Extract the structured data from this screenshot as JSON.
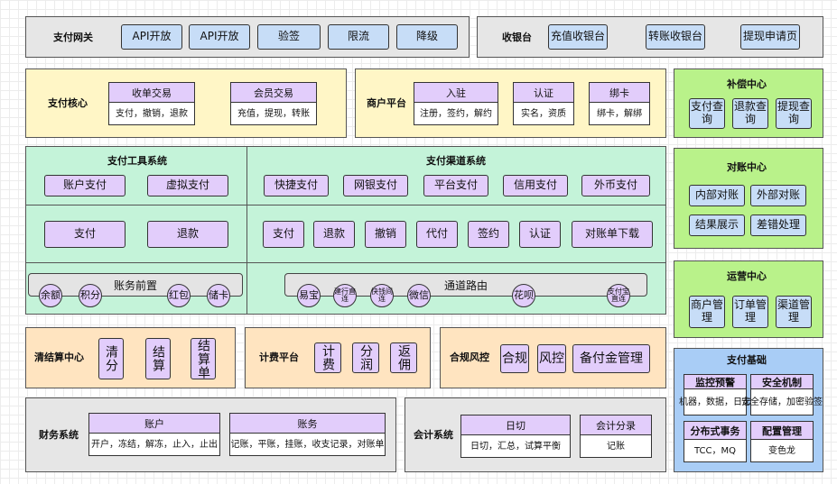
{
  "gateway": {
    "title": "支付网关",
    "buttons": [
      "API开放",
      "API开放",
      "验签",
      "限流",
      "降级"
    ]
  },
  "cashier": {
    "title": "收银台",
    "buttons": [
      "充值收银台",
      "转账收银台",
      "提现申请页"
    ]
  },
  "pay_core": {
    "title": "支付核心",
    "cards": [
      {
        "head": "收单交易",
        "body": "支付，撤销，退款"
      },
      {
        "head": "会员交易",
        "body": "充值，提现，转账"
      }
    ]
  },
  "merchant": {
    "title": "商户平台",
    "cards": [
      {
        "head": "入驻",
        "body": "注册，签约，解约"
      },
      {
        "head": "认证",
        "body": "实名，资质"
      },
      {
        "head": "绑卡",
        "body": "绑卡，解绑"
      }
    ]
  },
  "compensation": {
    "title": "补偿中心",
    "buttons": [
      "支付查询",
      "退款查询",
      "提现查询"
    ]
  },
  "tools": {
    "title": "支付工具系统",
    "row1": [
      "账户支付",
      "虚拟支付"
    ],
    "row2": [
      "支付",
      "退款"
    ],
    "routing_title": "账务前置",
    "circles": [
      "余额",
      "积分",
      "红包",
      "储卡"
    ]
  },
  "channel": {
    "title": "支付渠道系统",
    "row1": [
      "快捷支付",
      "网银支付",
      "平台支付",
      "信用支付",
      "外币支付"
    ],
    "row2": [
      "支付",
      "退款",
      "撤销",
      "代付",
      "签约",
      "认证",
      "对账单下载"
    ],
    "routing_title": "通道路由",
    "circles": [
      "易宝",
      "建行直连",
      "快钱间连",
      "微信",
      "花呗",
      "支付宝直连"
    ]
  },
  "reconcile": {
    "title": "对账中心",
    "buttons": [
      "内部对账",
      "外部对账",
      "结果展示",
      "差错处理"
    ]
  },
  "ops": {
    "title": "运营中心",
    "buttons": [
      "商户管理",
      "订单管理",
      "渠道管理"
    ]
  },
  "clearing": {
    "title": "清结算中心",
    "buttons": [
      "清分",
      "结算",
      "结算单"
    ]
  },
  "billing": {
    "title": "计费平台",
    "buttons": [
      "计费",
      "分润",
      "返佣"
    ]
  },
  "risk": {
    "title": "合规风控",
    "buttons": [
      "合规",
      "风控",
      "备付金管理"
    ]
  },
  "foundation": {
    "title": "支付基础",
    "cards": [
      {
        "head": "监控预警",
        "body": "机器，数据，日志"
      },
      {
        "head": "安全机制",
        "body": "安全存储，加密验签"
      },
      {
        "head": "分布式事务",
        "body": "TCC，MQ"
      },
      {
        "head": "配置管理",
        "body": "变色龙"
      }
    ]
  },
  "finance": {
    "title": "财务系统",
    "cards": [
      {
        "head": "账户",
        "body": "开户，冻结，解冻，止入，止出"
      },
      {
        "head": "账务",
        "body": "记账，平账，挂账，收支记录，对账单"
      }
    ]
  },
  "accounting": {
    "title": "会计系统",
    "cards": [
      {
        "head": "日切",
        "body": "日切，汇总，试算平衡"
      },
      {
        "head": "会计分录",
        "body": "记账"
      }
    ]
  }
}
